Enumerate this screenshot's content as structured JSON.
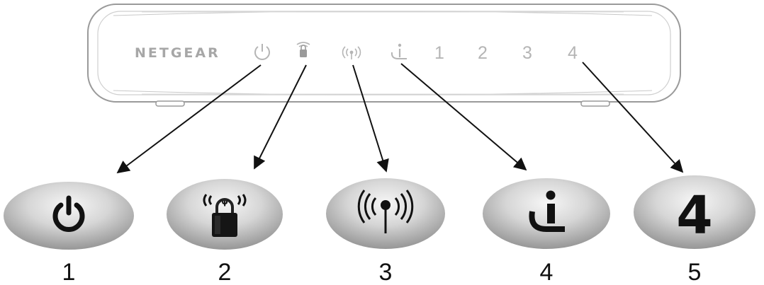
{
  "device": {
    "brand": "NETGEAR",
    "front_panel_ports": [
      "1",
      "2",
      "3",
      "4"
    ]
  },
  "panel_icons": [
    {
      "name": "power-icon"
    },
    {
      "name": "wps-lock-icon"
    },
    {
      "name": "wireless-icon"
    },
    {
      "name": "internet-icon"
    },
    {
      "name": "lan-port-icon"
    }
  ],
  "callouts": [
    {
      "number": "1",
      "icon": "power-icon"
    },
    {
      "number": "2",
      "icon": "wps-lock-icon"
    },
    {
      "number": "3",
      "icon": "wireless-icon"
    },
    {
      "number": "4",
      "icon": "internet-icon"
    },
    {
      "number": "5",
      "icon": "lan-port-icon",
      "glyph": "4"
    }
  ],
  "colors": {
    "router_outline": "#9a9a9a",
    "panel_icon": "#b5b5b5",
    "badge_light": "#f1f1f1",
    "badge_dark": "#8a8a8a",
    "icon_black": "#111111",
    "arrow": "#111111"
  }
}
